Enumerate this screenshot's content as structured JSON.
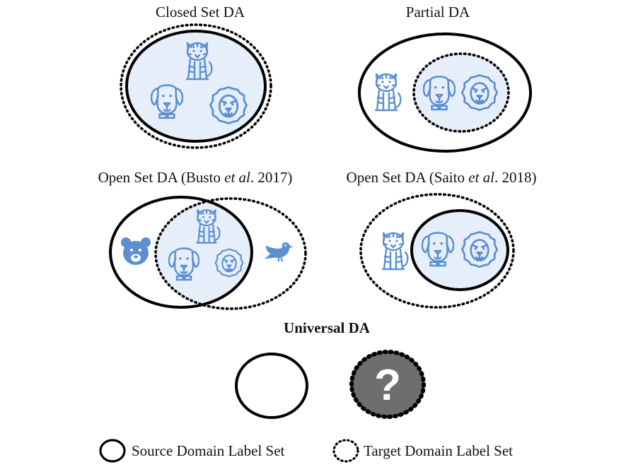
{
  "panels": {
    "closed": {
      "title": "Closed Set DA"
    },
    "partial": {
      "title": "Partial DA"
    },
    "open_busto": {
      "title_pre": "Open Set DA (Busto ",
      "title_em": "et al",
      "title_post": ". 2017)"
    },
    "open_saito": {
      "title_pre": "Open Set DA (Saito ",
      "title_em": "et al",
      "title_post": ". 2018)"
    },
    "universal": {
      "title": "Universal DA",
      "unknown_symbol": "?"
    }
  },
  "legend": {
    "source": "Source Domain Label Set",
    "target": "Target Domain Label Set"
  },
  "icons": [
    "tiger-icon",
    "dog-icon",
    "lion-icon",
    "bear-icon",
    "bird-icon"
  ],
  "colors": {
    "icon": "#5b8fd1",
    "set_fill": "#e6eefa",
    "unknown_fill": "#6e6e6e",
    "stroke": "#000000"
  }
}
